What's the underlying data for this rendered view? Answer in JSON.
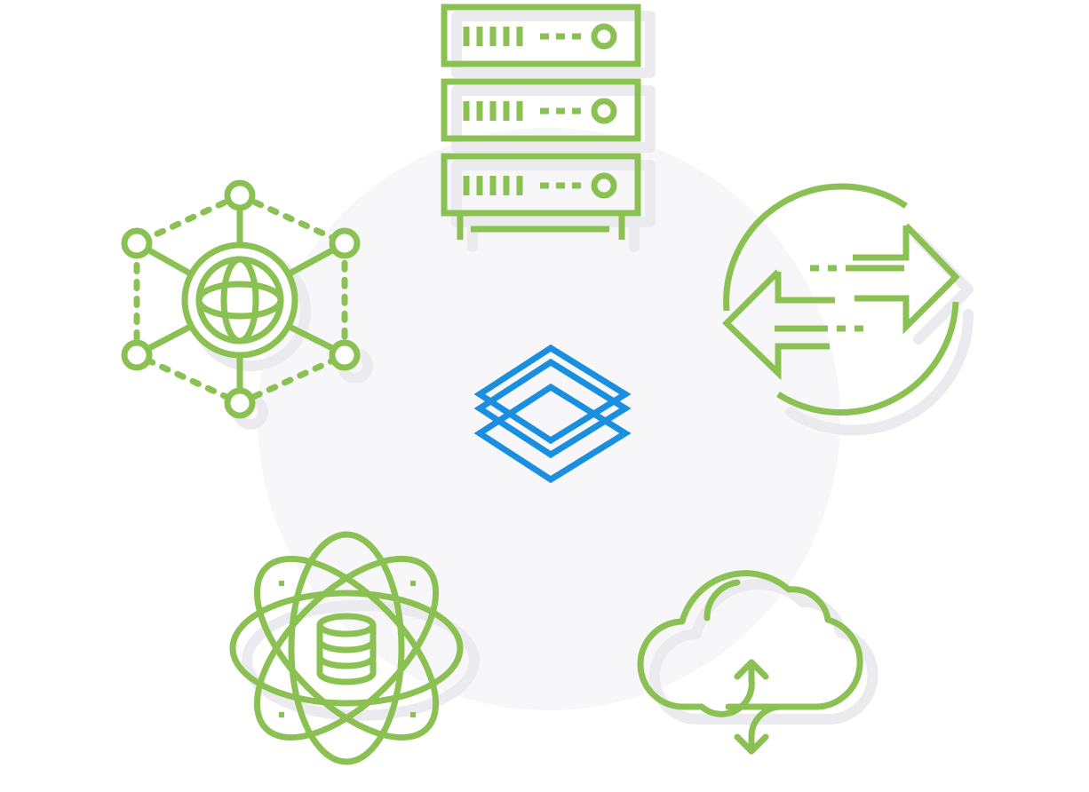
{
  "colors": {
    "background": "#ffffff",
    "center_circle": "#f7f7f9",
    "icon_green": "#8bc152",
    "icon_shadow": "#ebebef",
    "center_blue": "#1a8fdf"
  },
  "nodes": [
    {
      "id": "server",
      "icon": "server-rack-icon"
    },
    {
      "id": "network",
      "icon": "globe-network-icon"
    },
    {
      "id": "exchange",
      "icon": "exchange-arrows-icon"
    },
    {
      "id": "data",
      "icon": "atom-database-icon"
    },
    {
      "id": "cloud",
      "icon": "cloud-sync-icon"
    },
    {
      "id": "hub",
      "icon": "stacked-layers-icon"
    }
  ]
}
